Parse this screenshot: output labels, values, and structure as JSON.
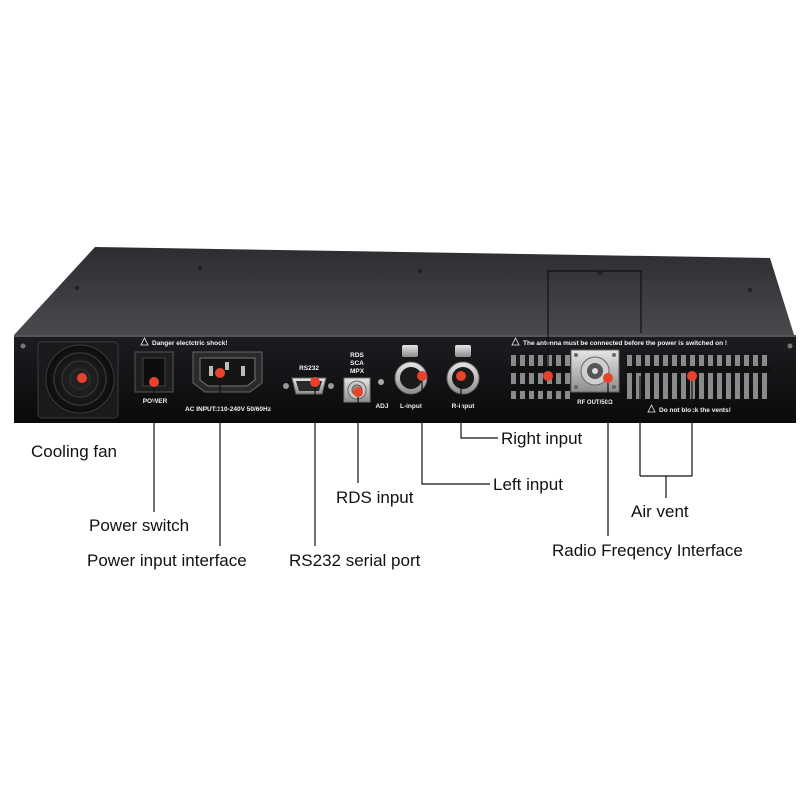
{
  "panel": {
    "danger_label": "Danger electctric shock!",
    "power_label": "POWER",
    "ac_input_label": "AC INPUT:110-240V 50/60Hz",
    "rs232_label": "RS232",
    "rds_label_1": "RDS",
    "rds_label_2": "SCA",
    "rds_label_3": "MPX",
    "adj_label": "ADJ",
    "l_input_label": "L-input",
    "r_input_label": "R-input",
    "antenna_warning": "The antenna must be connected before the power is switched on !",
    "rf_out_label": "RF OUT/50Ω",
    "vent_warning": "Do not block the vents!"
  },
  "callouts": {
    "cooling_fan": "Cooling fan",
    "power_switch": "Power switch",
    "power_input": "Power input interface",
    "rs232_port": "RS232 serial port",
    "rds_input": "RDS input",
    "left_input": "Left input",
    "right_input": "Right input",
    "air_vent": "Air vent",
    "rf_interface": "Radio Freqency Interface"
  },
  "colors": {
    "marker": "#e8432a",
    "chassis_top": "#3a3b3e",
    "chassis_front": "#111214",
    "leader": "#111111"
  }
}
